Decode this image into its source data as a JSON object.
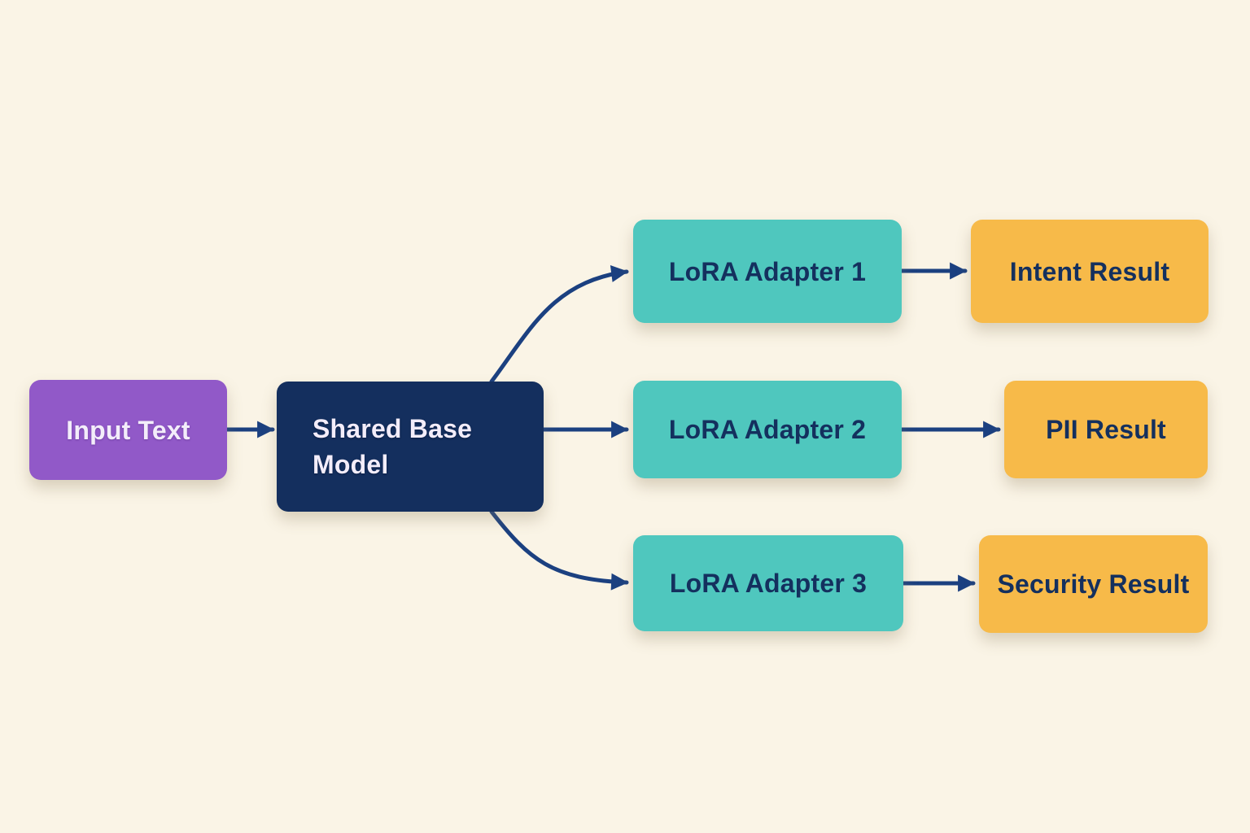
{
  "diagram": {
    "type": "flowchart",
    "nodes": [
      {
        "id": "input-text",
        "label": "Input Text",
        "color_role": "purple"
      },
      {
        "id": "shared-base-model",
        "label": "Shared Base Model",
        "color_role": "navy"
      },
      {
        "id": "lora-adapter-1",
        "label": "LoRA Adapter 1",
        "color_role": "teal"
      },
      {
        "id": "lora-adapter-2",
        "label": "LoRA Adapter 2",
        "color_role": "teal"
      },
      {
        "id": "lora-adapter-3",
        "label": "LoRA Adapter 3",
        "color_role": "teal"
      },
      {
        "id": "intent-result",
        "label": "Intent Result",
        "color_role": "yellow"
      },
      {
        "id": "pii-result",
        "label": "PII Result",
        "color_role": "yellow"
      },
      {
        "id": "security-result",
        "label": "Security Result",
        "color_role": "yellow"
      }
    ],
    "edges": [
      {
        "from": "input-text",
        "to": "shared-base-model"
      },
      {
        "from": "shared-base-model",
        "to": "lora-adapter-1"
      },
      {
        "from": "shared-base-model",
        "to": "lora-adapter-2"
      },
      {
        "from": "shared-base-model",
        "to": "lora-adapter-3"
      },
      {
        "from": "lora-adapter-1",
        "to": "intent-result"
      },
      {
        "from": "lora-adapter-2",
        "to": "pii-result"
      },
      {
        "from": "lora-adapter-3",
        "to": "security-result"
      }
    ],
    "colors": {
      "bg": "#faf4e6",
      "purple": "#9159c8",
      "navy": "#142f5e",
      "teal": "#4fc7be",
      "yellow": "#f7ba49",
      "arrow": "#1b4080",
      "text-light": "#f3edfa",
      "text-dark": "#14305e"
    }
  }
}
